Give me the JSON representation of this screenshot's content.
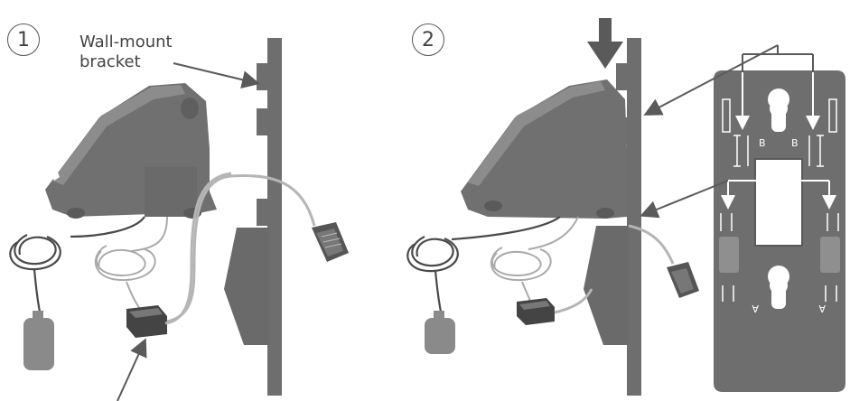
{
  "steps": [
    {
      "number": "1"
    },
    {
      "number": "2"
    }
  ],
  "callouts": {
    "bracket_label_line1": "Wall-mount",
    "bracket_label_line2": "bracket"
  },
  "bracket_markings": {
    "upper_left": "B",
    "upper_right": "B",
    "lower_left": "A",
    "lower_right": "A"
  },
  "colors": {
    "device": "#707070",
    "device_light": "#8c8c8c",
    "bracket": "#6e6e6e",
    "arrow": "#5a5a5a",
    "white_arrow": "#ffffff",
    "cord": "#b5b5b5"
  }
}
